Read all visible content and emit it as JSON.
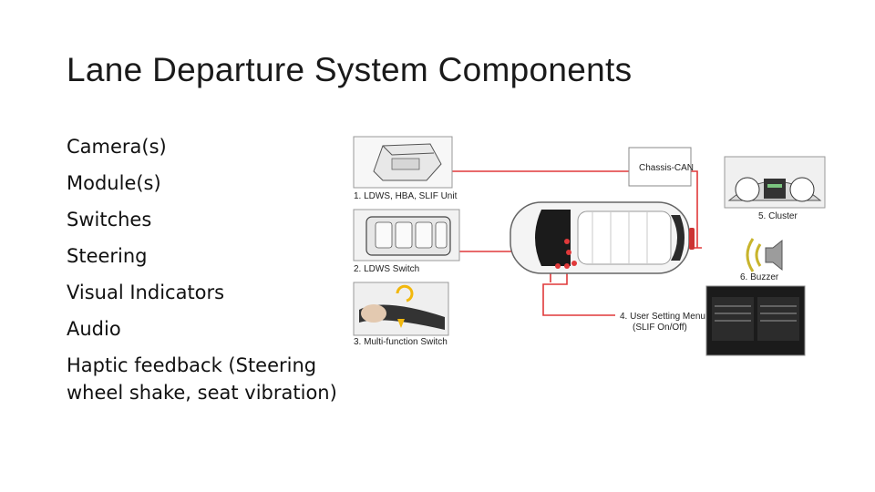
{
  "slide": {
    "title": "Lane Departure System Components",
    "bullets": [
      "Camera(s)",
      "Module(s)",
      "Switches",
      "Steering",
      "Visual Indicators",
      "Audio",
      "Haptic feedback (Steering wheel shake, seat vibration)"
    ]
  },
  "diagram": {
    "captions": {
      "unit": "1. LDWS, HBA, SLIF Unit",
      "switch": "2. LDWS Switch",
      "multifunction": "3. Multi-function Switch",
      "user_menu_line1": "4. User Setting Menu",
      "user_menu_line2": "(SLIF On/Off)",
      "cluster": "5. Cluster",
      "buzzer": "6. Buzzer",
      "can": "Chassis-CAN"
    },
    "colors": {
      "connector": "#e0393a",
      "frame": "#999999"
    }
  }
}
